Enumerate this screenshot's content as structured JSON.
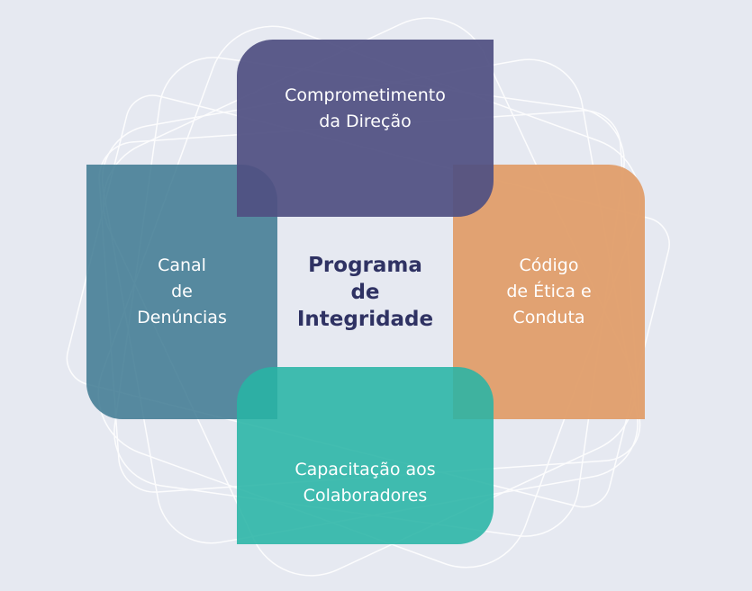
{
  "diagram": {
    "center_title": "Programa\nde\nIntegridade",
    "pillars": [
      {
        "label": "Comprometimento\nda Direção",
        "color": "#55568a"
      },
      {
        "label": "Canal\nde\nDenúncias",
        "color": "#4a8095"
      },
      {
        "label": "Código\nde Ética e\nConduta",
        "color": "#e0a06e"
      },
      {
        "label": "Capacitação aos\nColaboradores",
        "color": "#35b8a8"
      }
    ],
    "background": "#e6e9f1"
  }
}
